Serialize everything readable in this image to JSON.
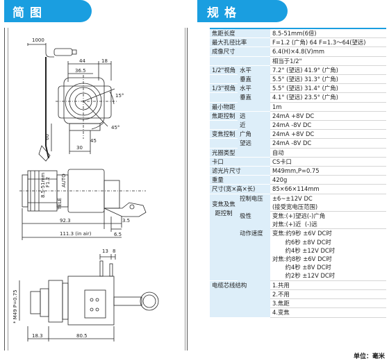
{
  "headers": {
    "left": "简图",
    "right": "规格"
  },
  "dims": {
    "d1000": "1000",
    "d44": "44",
    "d18": "18",
    "d365": "36.5",
    "d15": "15°",
    "d45": "45°",
    "d30": "30",
    "d60": "60",
    "d45b": "45",
    "d923": "92.3",
    "d35": "3.5",
    "d1113": "111.3 (in air)",
    "d65": "6.5",
    "d13": "13",
    "d8": "8",
    "dm49": "* M49 P=0.75",
    "d183": "18.3",
    "d805": "80.5"
  },
  "lens_marks": {
    "zoom": "8.5-51mm",
    "f": "F1.2",
    "auto": "AUTO",
    "tele": "TELE"
  },
  "spec": [
    {
      "label": "焦距长度",
      "value": "8.5-51mm(6倍)"
    },
    {
      "label": "最大孔径比率",
      "value": "F=1.2 (广角) 64 F=1.3～64(望远)"
    },
    {
      "label": "成像尺寸",
      "value": "6.4(H)×4.8(V)mm"
    },
    {
      "label": "",
      "value": "相当于1/2\""
    },
    {
      "label": "1/2\"视角",
      "sub": "水平",
      "value": "7.2° (望远) 41.9° (广角)"
    },
    {
      "label": "",
      "sub": "垂直",
      "value": "5.5° (望远) 31.3° (广角)"
    },
    {
      "label": "1/3\"视角",
      "sub": "水平",
      "value": "5.5° (望远) 31.4° (广角)"
    },
    {
      "label": "",
      "sub": "垂直",
      "value": "4.1° (望远) 23.5° (广角)"
    },
    {
      "label": "最小物距",
      "value": "1m"
    },
    {
      "label": "焦距控制",
      "sub": "远",
      "value": "24mA +8V DC"
    },
    {
      "label": "",
      "sub": "近",
      "value": "24mA -8V DC"
    },
    {
      "label": "变焦控制",
      "sub": "广角",
      "value": "24mA +8V DC"
    },
    {
      "label": "",
      "sub": "望远",
      "value": "24mA -8V DC"
    },
    {
      "label": "光圈类型",
      "value": "自动"
    },
    {
      "label": "卡口",
      "value": "CS卡口"
    },
    {
      "label": "滤光片尺寸",
      "value": "M49mm,P=0.75"
    },
    {
      "label": "重量",
      "value": "420g"
    },
    {
      "label": "尺寸(宽×高×长)",
      "value": "85×66×114mm"
    }
  ],
  "control": {
    "label": "变焦及焦距控制",
    "rows": [
      {
        "sub": "控制电压",
        "lines": [
          "±6~±12V DC",
          "(接受宽电压范围)"
        ]
      },
      {
        "sub": "极性",
        "lines": [
          "变焦:(+)望远(-)广角",
          "对焦:(+)近  (-)远"
        ]
      },
      {
        "sub": "动作速度",
        "lines": [
          "变焦:约9秒 ±6V DC时",
          "       约6秒 ±8V DC时",
          "       约4秒 ±12V DC时",
          "对焦:约8秒 ±6V DC时",
          "       约4秒 ±8V DC时",
          "       约2秒 ±12V DC时"
        ]
      }
    ]
  },
  "wiring": {
    "label": "电缆芯线结构",
    "items": [
      "1.共用",
      "2.不用",
      "3.焦距",
      "4.变焦"
    ]
  },
  "unit": "单位：毫米"
}
